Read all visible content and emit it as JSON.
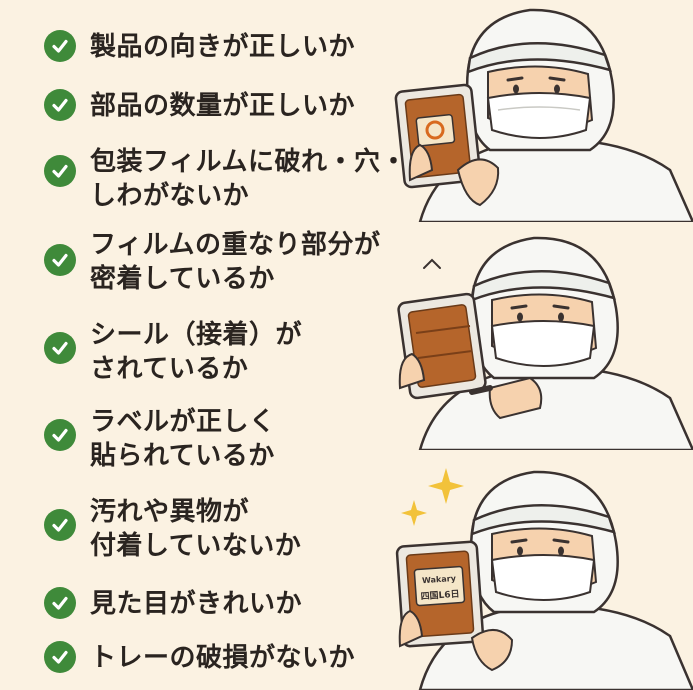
{
  "checklist": {
    "items": [
      {
        "lines": [
          "製品の向きが正しいか"
        ]
      },
      {
        "lines": [
          "部品の数量が正しいか"
        ]
      },
      {
        "lines": [
          "包装フィルムに破れ・穴・",
          "しわがないか"
        ]
      },
      {
        "lines": [
          "フィルムの重なり部分が",
          "密着しているか"
        ]
      },
      {
        "lines": [
          "シール（接着）が",
          "されているか"
        ]
      },
      {
        "lines": [
          "ラベルが正しく",
          "貼られているか"
        ]
      },
      {
        "lines": [
          "汚れや異物が",
          "付着していないか"
        ]
      },
      {
        "lines": [
          "見た目がきれいか"
        ]
      },
      {
        "lines": [
          "トレーの破損がないか"
        ]
      }
    ]
  },
  "illustrations": {
    "label_text_top": "Wakary",
    "label_text_bottom": "四国L6日"
  },
  "colors": {
    "background": "#fbf2e2",
    "check": "#3f8a3a",
    "text": "#2a2420",
    "food": "#b5652b",
    "sparkle": "#f2c23a"
  }
}
